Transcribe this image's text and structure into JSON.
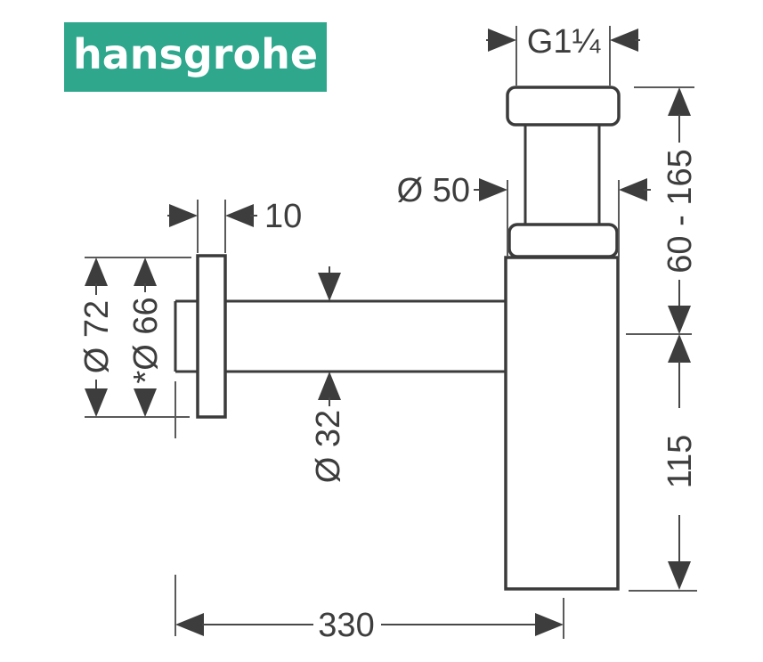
{
  "logo": {
    "text": "hansgrohe",
    "bg_color": "#2EA78D",
    "text_color": "#ffffff"
  },
  "drawing": {
    "stroke_color": "#3b3b3b",
    "dimensions": {
      "thread": "G1¼",
      "nut_diameter": "Ø 50",
      "flange_depth": "10",
      "flange_outer_diameter": "Ø 72",
      "flange_inner_diameter": "*Ø 66",
      "pipe_diameter": "Ø 32",
      "inlet_height_range": "60 - 165",
      "body_height": "115",
      "projection": "330"
    }
  }
}
